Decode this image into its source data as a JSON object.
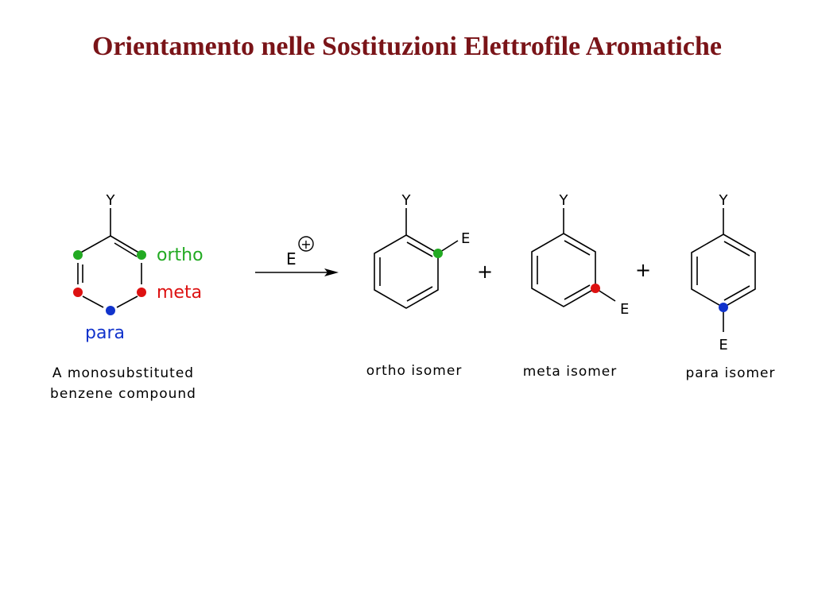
{
  "title": "Orientamento nelle Sostituzioni Elettrofile Aromatiche",
  "colors": {
    "title": "#7a1418",
    "ortho": "#22aa22",
    "meta": "#dd1111",
    "para": "#1133cc"
  },
  "reactant": {
    "substituent": "Y",
    "ortho_label": "ortho",
    "meta_label": "meta",
    "para_label": "para",
    "caption_line1": "A monosubstituted",
    "caption_line2": "benzene compound"
  },
  "reagent": {
    "symbol": "E",
    "charge": "+"
  },
  "plus_sign": "+",
  "products": [
    {
      "substituent": "Y",
      "electrophile": "E",
      "caption": "ortho isomer"
    },
    {
      "substituent": "Y",
      "electrophile": "E",
      "caption": "meta isomer"
    },
    {
      "substituent": "Y",
      "electrophile": "E",
      "caption": "para isomer"
    }
  ]
}
